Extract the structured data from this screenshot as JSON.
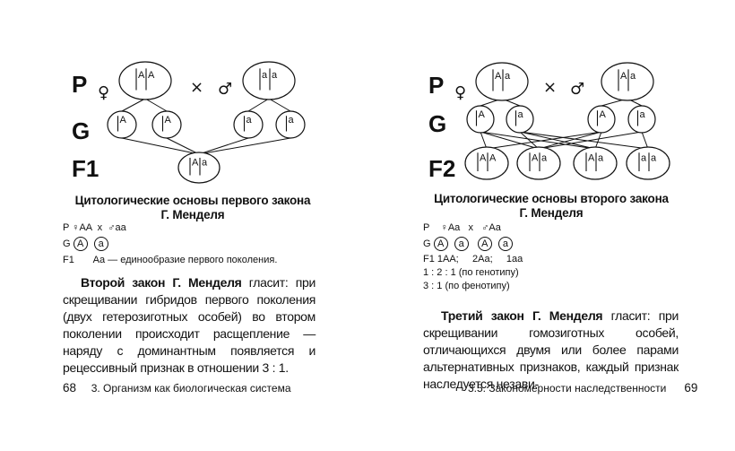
{
  "left": {
    "diagram": {
      "labels": {
        "p": "P",
        "g": "G",
        "f": "F1"
      },
      "female": "♀",
      "male": "♂",
      "cross": "×",
      "parent_female": [
        "A",
        "A"
      ],
      "parent_male": [
        "a",
        "a"
      ],
      "gametes": [
        "A",
        "A",
        "a",
        "a"
      ],
      "offspring": [
        [
          "A",
          "a"
        ]
      ]
    },
    "caption": [
      "Цитологические основы первого закона",
      "Г. Менделя"
    ],
    "scheme": {
      "p_label": "P",
      "p_female": "♀",
      "p_female_geno": "AA",
      "p_x": "x",
      "p_male": "♂",
      "p_male_geno": "aa",
      "g_label": "G",
      "g_gametes": [
        "A",
        "a"
      ],
      "f_label": "F1",
      "f_geno": "Aa",
      "f_text": "— единообразие первого поколения."
    },
    "law_name": "Второй закон Г. Менделя",
    "law_text": " гласит: при скрещивании гибридов первого поколения (двух гетерозиготных особей) во втором поколении происходит расщепление — наряду с доминантным появляется и рецессивный признак в отношении 3 : 1.",
    "footer": {
      "page": "68",
      "title": "3. Организм как биологическая система"
    }
  },
  "right": {
    "diagram": {
      "labels": {
        "p": "P",
        "g": "G",
        "f": "F2"
      },
      "female": "♀",
      "male": "♂",
      "cross": "×",
      "parent_female": [
        "A",
        "a"
      ],
      "parent_male": [
        "A",
        "a"
      ],
      "gametes": [
        "A",
        "a",
        "A",
        "a"
      ],
      "offspring": [
        [
          "A",
          "A"
        ],
        [
          "A",
          "a"
        ],
        [
          "A",
          "a"
        ],
        [
          "a",
          "a"
        ]
      ]
    },
    "caption": [
      "Цитологические основы второго закона",
      "Г. Менделя"
    ],
    "scheme": {
      "p_label": "P",
      "p_female": "♀",
      "p_female_geno": "Aa",
      "p_x": "x",
      "p_male": "♂",
      "p_male_geno": "Aa",
      "g_label": "G",
      "g_gametes": [
        "A",
        "a",
        "A",
        "a"
      ],
      "f_line": "F1 1AA;     2Aa;     1aa",
      "ratio1": "1 : 2 : 1 (по генотипу)",
      "ratio2": "3 : 1 (по фенотипу)"
    },
    "law_name": "Третий закон Г. Менделя",
    "law_text": " гласит: при скрещивании гомозиготных особей, отличающихся двумя или более парами альтернативных признаков, каждый признак наследуется незави-",
    "footer": {
      "page": "69",
      "title": "3.5. Закономерности наследственности"
    }
  }
}
